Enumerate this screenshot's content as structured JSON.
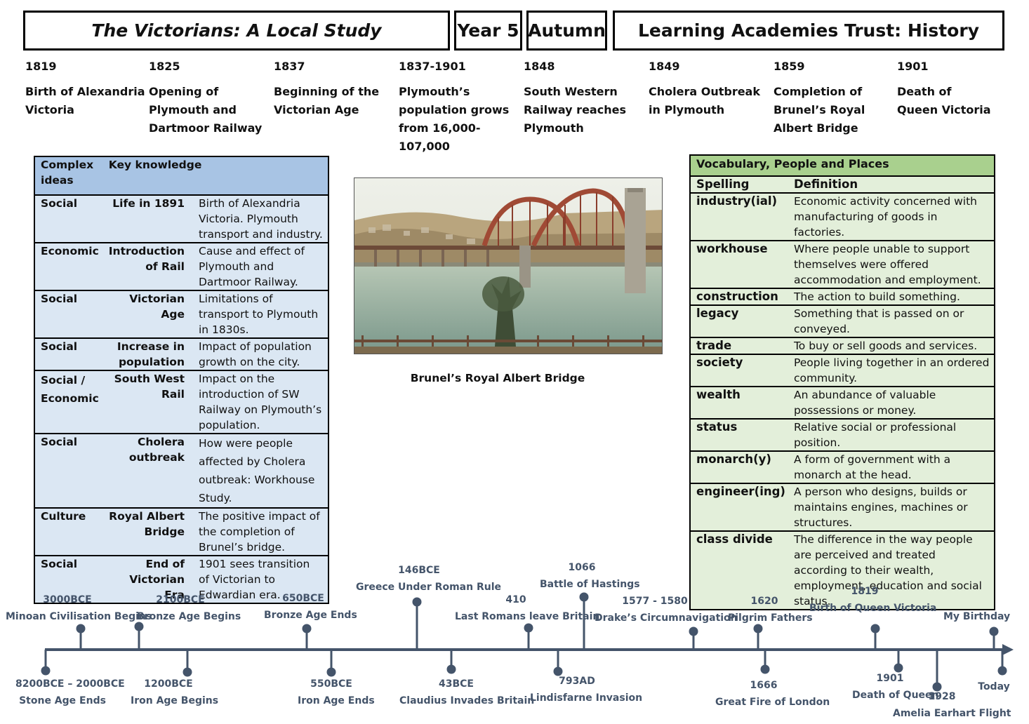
{
  "header": {
    "title": "The Victorians: A Local Study",
    "year": "Year 5",
    "term": "Autumn",
    "trust": "Learning Academies Trust:  History"
  },
  "timeline_top": [
    {
      "year": "1819",
      "event": "Birth of Alexandria Victoria"
    },
    {
      "year": "1825",
      "event": "Opening of Plymouth and Dartmoor Railway"
    },
    {
      "year": "1837",
      "event": "Beginning of the Victorian Age"
    },
    {
      "year": "1837-1901",
      "event": "Plymouth’s population grows from 16,000-107,000"
    },
    {
      "year": "1848",
      "event": "South Western Railway reaches Plymouth"
    },
    {
      "year": "1849",
      "event": "Cholera Outbreak in Plymouth"
    },
    {
      "year": "1859",
      "event": "Completion of Brunel’s Royal Albert Bridge"
    },
    {
      "year": "1901",
      "event": "Death of Queen Victoria"
    }
  ],
  "key_knowledge": {
    "header_col1": "Complex ideas",
    "header_col2": "Key knowledge",
    "rows": [
      {
        "category": "Social",
        "topic": "Life in 1891",
        "description": "Birth of Alexandria Victoria.  Plymouth transport and industry."
      },
      {
        "category": "Economic",
        "topic": "Introduction of Rail",
        "description": "Cause and effect of Plymouth and Dartmoor Railway."
      },
      {
        "category": "Social",
        "topic": "Victorian Age",
        "description": "Limitations of transport to Plymouth in 1830s."
      },
      {
        "category": "Social",
        "topic": "Increase in population",
        "description": "Impact of population growth on the city."
      },
      {
        "category": "Social / Economic",
        "topic": "South West Rail",
        "description": "Impact on the introduction of SW Railway on Plymouth’s population."
      },
      {
        "category": "Social",
        "topic": "Cholera outbreak",
        "description": "How were people affected by Cholera outbreak: Workhouse Study."
      },
      {
        "category": "Culture",
        "topic": "Royal Albert Bridge",
        "description": "The positive impact of the completion of Brunel’s bridge."
      },
      {
        "category": "Social",
        "topic": "End of Victorian Era",
        "description": "1901 sees transition of Victorian to Edwardian era."
      }
    ]
  },
  "image": {
    "caption": "Brunel’s Royal Albert Bridge"
  },
  "vocabulary": {
    "title": "Vocabulary, People and Places",
    "col_spelling": "Spelling",
    "col_definition": "Definition",
    "rows": [
      {
        "word": "industry(ial)",
        "definition": "Economic activity concerned with manufacturing of goods in factories."
      },
      {
        "word": "workhouse",
        "definition": "Where people unable to support themselves were offered accommodation and employment."
      },
      {
        "word": "construction",
        "definition": "The action to build something."
      },
      {
        "word": "legacy",
        "definition": "Something that is passed on or conveyed."
      },
      {
        "word": "trade",
        "definition": "To buy or sell goods and services."
      },
      {
        "word": "society",
        "definition": "People living together in an ordered community."
      },
      {
        "word": "wealth",
        "definition": "An abundance of valuable possessions or money."
      },
      {
        "word": "status",
        "definition": "Relative social or professional position."
      },
      {
        "word": "monarch(y)",
        "definition": "A form of government with a monarch at the head."
      },
      {
        "word": "engineer(ing)",
        "definition": "A person who designs, builds or maintains engines, machines or structures."
      },
      {
        "word": "class divide",
        "definition": "The difference in the way people are perceived and treated according to their wealth, employment, education and social status."
      }
    ]
  },
  "history_timeline": {
    "axis_color": "#44546a",
    "events": [
      {
        "date": "3000BCE",
        "label": "Minoan  Civilisation  Begins"
      },
      {
        "date": "2100BCE",
        "label": "Bronze  Age Begins"
      },
      {
        "date": "650BCE",
        "label": "Bronze  Age Ends"
      },
      {
        "date": "146BCE",
        "label": "Greece  Under Roman Rule"
      },
      {
        "date": "410",
        "label": "Last Romans leave Britain"
      },
      {
        "date": "1066",
        "label": "Battle  of  Hastings"
      },
      {
        "date": "1577 - 1580",
        "label": "Drake’s Circumnavigation"
      },
      {
        "date": "1620",
        "label": "Pilgrim  Fathers"
      },
      {
        "date": "1819",
        "label": "Birth of Queen  Victoria"
      },
      {
        "date": "",
        "label": "My Birthday"
      },
      {
        "date": "8200BCE  – 2000BCE",
        "label": "Stone Age Ends"
      },
      {
        "date": "1200BCE",
        "label": "Iron  Age Begins"
      },
      {
        "date": "550BCE",
        "label": "Iron  Age Ends"
      },
      {
        "date": "43BCE",
        "label": "Claudius  Invades  Britain"
      },
      {
        "date": "793AD",
        "label": "Lindisfarne  Invasion"
      },
      {
        "date": "1666",
        "label": "Great Fire of London"
      },
      {
        "date": "1901",
        "label": "Death of Queen"
      },
      {
        "date": "1928",
        "label": "Amelia Earhart Flight"
      },
      {
        "date": "Today",
        "label": ""
      }
    ]
  }
}
